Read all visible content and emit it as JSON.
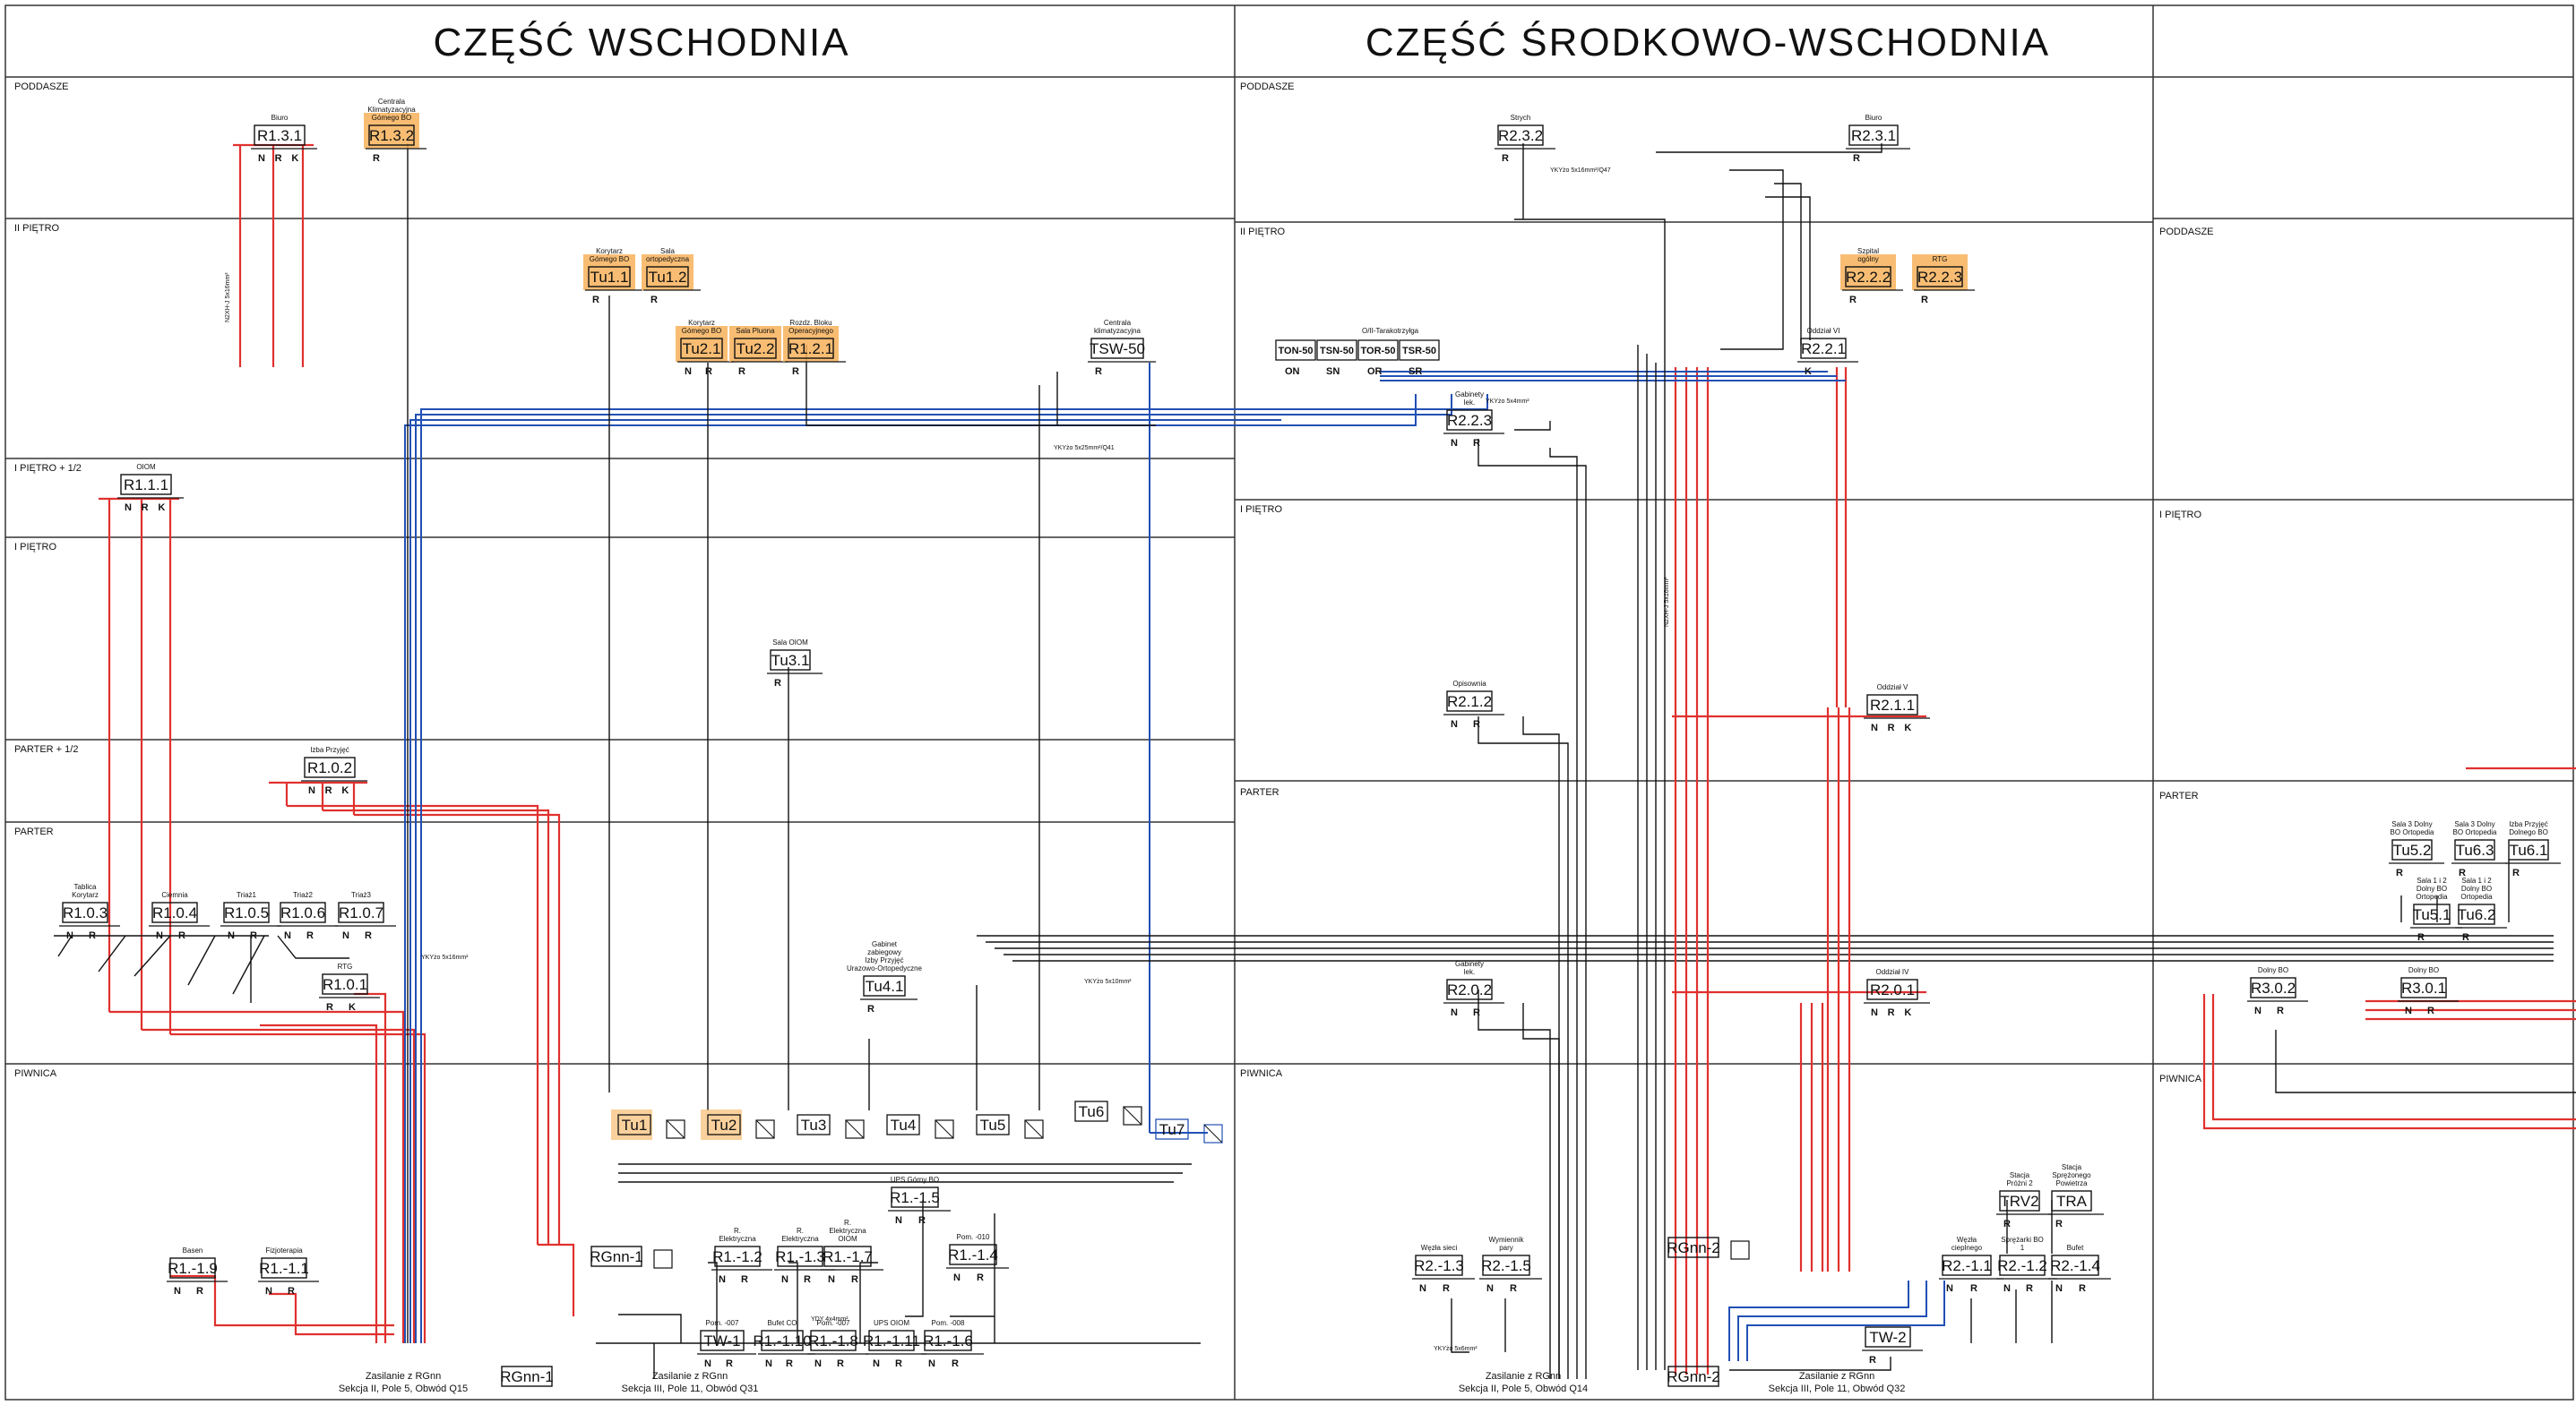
{
  "sections": [
    "CZĘŚĆ WSCHODNIA",
    "CZĘŚĆ ŚRODKOWO-WSCHODNIA"
  ],
  "floors": [
    "PODDASZE",
    "II PIĘTRO",
    "I PIĘTRO + 1/2",
    "I PIĘTRO",
    "PARTER + 1/2",
    "PARTER",
    "PIWNICA"
  ],
  "floors_mid": [
    "PODDASZE",
    "II PIĘTRO",
    "I PIĘTRO",
    "PARTER",
    "PIWNICA"
  ],
  "floors_right": [
    "PODDASZE",
    "I PIĘTRO",
    "PARTER",
    "PIWNICA"
  ],
  "boards_west": [
    {
      "id": "R1.3.1",
      "desc": "Biuro"
    },
    {
      "id": "R1.3.2",
      "desc": "Centrala Klimatyzacyjna Gómego BO"
    },
    {
      "id": "Tu1.1",
      "desc": "Korytarz Gómego BO"
    },
    {
      "id": "Tu1.2",
      "desc": "Sala ortopedyczna"
    },
    {
      "id": "Tu2.1",
      "desc": "Korytarz Gómego BO"
    },
    {
      "id": "Tu2.2",
      "desc": "Sala Pluona"
    },
    {
      "id": "R1.2.1",
      "desc": "Rozdz. Bloku Operacyjnego"
    },
    {
      "id": "TSW-50",
      "desc": "Centrala klimatyzacyjna"
    },
    {
      "id": "R1.1.1",
      "desc": "OIOM"
    },
    {
      "id": "Tu3.1",
      "desc": "Sala OIOM"
    },
    {
      "id": "R1.0.2",
      "desc": "Izba Przyjęć"
    },
    {
      "id": "R1.0.3",
      "desc": "Tablica Korytarz"
    },
    {
      "id": "R1.0.4",
      "desc": "Ciemnia"
    },
    {
      "id": "R1.0.5",
      "desc": "Triaż1"
    },
    {
      "id": "R1.0.6",
      "desc": "Triaż2"
    },
    {
      "id": "R1.0.7",
      "desc": "Triaż3"
    },
    {
      "id": "R1.0.1",
      "desc": "RTG"
    },
    {
      "id": "Tu4.1",
      "desc": "Gabinet zabiegowy Izby Przyjęć Urazowo-Ortopedyczne"
    },
    {
      "id": "R1.-1.9",
      "desc": "Basen"
    },
    {
      "id": "R1.-1.1",
      "desc": "Fizjoterapia"
    },
    {
      "id": "R1.-1.2",
      "desc": "R. Elektryczna"
    },
    {
      "id": "R1.-1.3",
      "desc": "R. Elektryczna"
    },
    {
      "id": "R1.-1.7",
      "desc": "R. Elektryczna OIOM"
    },
    {
      "id": "R1.-1.5",
      "desc": "UPS Górny BO"
    },
    {
      "id": "R1.-1.4",
      "desc": "Pom. -010"
    },
    {
      "id": "TW-1",
      "desc": "Pom. -007"
    },
    {
      "id": "R1.-1.10",
      "desc": "Bufet CO"
    },
    {
      "id": "R1.-1.8",
      "desc": "Pom. -007"
    },
    {
      "id": "R1.-1.11",
      "desc": "UPS OIOM"
    },
    {
      "id": "R1.-1.6",
      "desc": "Pom. -008"
    }
  ],
  "boards_mid": [
    {
      "id": "R2.3.2",
      "desc": "Strych"
    },
    {
      "id": "R2.3.1",
      "desc": "Biuro"
    },
    {
      "id": "R2.2.2",
      "desc": "Szpital ogólny"
    },
    {
      "id": "R2.2.3",
      "desc": "RTG"
    },
    {
      "id": "R2.2.1",
      "desc": "Oddział VI"
    },
    {
      "id": "R2.2.3",
      "desc": "Gabinety lek."
    },
    {
      "id": "R2.1.2",
      "desc": "Opisownia"
    },
    {
      "id": "R2.1.1",
      "desc": "Oddział V"
    },
    {
      "id": "R2.0.2",
      "desc": "Gabinety lek."
    },
    {
      "id": "R2.0.1",
      "desc": "Oddział IV"
    },
    {
      "id": "R2.-1.3",
      "desc": "Węzła sieci"
    },
    {
      "id": "R2.-1.5",
      "desc": "Wymiennik pary"
    },
    {
      "id": "TRV2",
      "desc": "Stacja Próżni 2"
    },
    {
      "id": "TRA",
      "desc": "Stacja Sprężonego Powietrza"
    },
    {
      "id": "R2.-1.1",
      "desc": "Węzła cieplnego"
    },
    {
      "id": "R2.-1.2",
      "desc": "Sprężarki BO 1"
    },
    {
      "id": "R2.-1.4",
      "desc": "Bufet"
    },
    {
      "id": "TW-2",
      "desc": ""
    }
  ],
  "boards_right": [
    {
      "id": "Tu5.2",
      "desc": "Sala 3 Dolny BO Ortopedia"
    },
    {
      "id": "Tu6.3",
      "desc": "Sala 3 Dolny BO Ortopedia"
    },
    {
      "id": "Tu6.1",
      "desc": "Izba Przyjęć Dolnego BO"
    },
    {
      "id": "Tu5.1",
      "desc": "Sala 1 i 2 Dolny BO Ortopedia"
    },
    {
      "id": "Tu6.2",
      "desc": "Sala 1 i 2 Dolny BO Ortopedia"
    },
    {
      "id": "R3.0.2",
      "desc": "Dolny BO"
    },
    {
      "id": "R3.0.1",
      "desc": "Dolny BO"
    }
  ],
  "ventilation_group": {
    "label": "O/II-Tarakotrzyłga",
    "units": [
      "TON-50",
      "TSN-50",
      "TOR-50",
      "TSR-50"
    ],
    "ports": [
      "ON",
      "SN",
      "OR",
      "SR"
    ]
  },
  "transformers_west": [
    "Tu1",
    "Tu2",
    "Tu3",
    "Tu4",
    "Tu5",
    "Tu6",
    "Tu7"
  ],
  "main_boards": [
    "RGnn-1",
    "RGnn-2"
  ],
  "feeds": [
    {
      "lines": [
        "Zasilanie z RGnn",
        "Sekcja II, Pole 5, Obwód Q15"
      ]
    },
    {
      "lines": [
        "Zasilanie z RGnn",
        "Sekcja III, Pole 11, Obwód Q31"
      ]
    },
    {
      "lines": [
        "Zasilanie z RGnn",
        "Sekcja II, Pole 5, Obwód Q14"
      ]
    },
    {
      "lines": [
        "Zasilanie z RGnn",
        "Sekcja III, Pole 11, Obwód Q32"
      ]
    }
  ],
  "cable_labels": [
    "YKYżo 5x16mm²",
    "N2XH-J 5x16mm²",
    "YKYżo 5x10mm²",
    "YKYżo 5x25mm²/Q41",
    "YKYżo 5x6mm²",
    "YKYżo 5x4mm²",
    "YDY 4x4mm²",
    "YKYżo 5x16mm²/Q47"
  ],
  "phase_letters": {
    "n": "N",
    "r": "R",
    "k": "K"
  },
  "colors": {
    "red_line": "#e0312e",
    "blue_line": "#2250b4",
    "black_line": "#111111",
    "highlight": "#f7b25a"
  }
}
